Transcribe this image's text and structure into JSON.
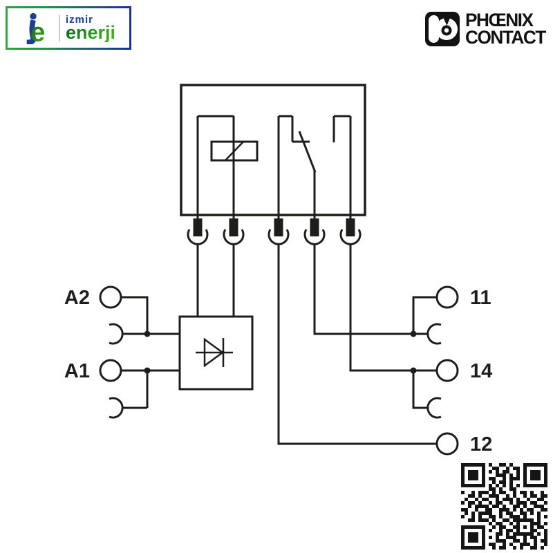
{
  "header": {
    "izmir_logo": {
      "word1": "izmir",
      "word2": "enerji",
      "mark_letter": "e",
      "blue": "#1c3e94",
      "green": "#2f9e23"
    },
    "phoenix_logo": {
      "line1": "PHŒNIX",
      "line2": "CONTACT"
    }
  },
  "diagram": {
    "line_color": "#1d1d1b",
    "labels": {
      "a2": "A2",
      "a1": "A1",
      "t11": "11",
      "t14": "14",
      "t12": "12"
    }
  },
  "qr": {
    "rows": [
      "#######.#..##.#...#######",
      "#.....#..##..#.##.#.....#",
      "#.###.#.#.#.##..#.#.###.#",
      "#.###.#...###.#.#.#.###.#",
      "#.###.#.##..#.###.#.###.#",
      "#.....#..#.##.#...#.....#",
      "#######.#.#.#.#.#.#######",
      "........##.#..##.........",
      "#..#.###.#.##..#.##.#..#.",
      "..##.#..###..#.#..#.##.##",
      ".#..#.##..#.###.#..#..##.",
      "#.##.#..#.##..#.###.##..#",
      "..#.####.##.#..##.#..###.",
      "##..#..##..###.#.#.##..##",
      ".#.#.####..#.##..##.#.#..",
      "#..#.#..##.#..###.#...#.#",
      "..##.###.#..##.######.#..",
      "........#.##..#.#...###.#",
      "#######..#.##..##.#.#.##.",
      "#.....#.#..#.##.#...##..#",
      "#.###.#...##.#.######.#.#",
      "#.###.#.#.#..###..#.##..#",
      "#.###.#...###..##.#..#.##",
      "#.....#.##..#.#..###.#..#",
      "#######..#.##..#.#..##.#."
    ]
  }
}
